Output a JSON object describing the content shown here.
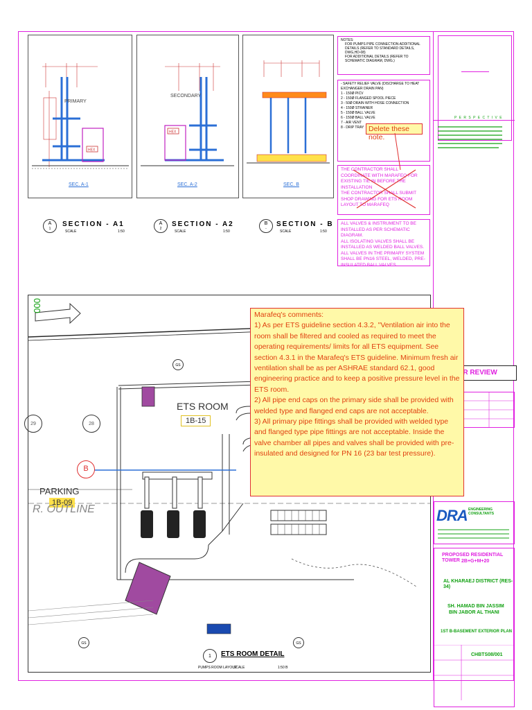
{
  "sections": [
    {
      "caption": "SEC. A-1",
      "tag": "PRIMARY",
      "letter": "A",
      "num": "1",
      "title": "SECTION - A1",
      "scale_label": "SCALE",
      "scale": "1:50"
    },
    {
      "caption": "SEC. A-2",
      "tag": "SECONDARY",
      "letter": "A",
      "num": "2",
      "title": "SECTION - A2",
      "scale_label": "SCALE",
      "scale": "1:50"
    },
    {
      "caption": "SEC. B",
      "tag": "",
      "letter": "B",
      "num": "-",
      "title": "SECTION - B",
      "scale_label": "SCALE",
      "scale": "1:50"
    }
  ],
  "equipment_tag": "HEX",
  "notes": {
    "heading": "NOTES:",
    "items": [
      "FOR PUMPS PIPE CONNECTION ADDITIONAL DETAILS (REFER TO STANDARD DETAILS, DWG,HD-08)",
      "FOR ADDITIONAL DETAILS (REFER TO SCHEMATIC DIAGRAM, DWG.)"
    ]
  },
  "legend": {
    "items": [
      "- SAFETY RELIEF VALVE (DISCHARGE TO HEAT EXCHANGER DRAIN PAN)",
      "1 - 150Ø PICV",
      "2 - 150Ø FLANGED SPOOL PIECE",
      "3 - 50Ø DRAIN WITH HOSE CONNECTION",
      "4 - 150Ø STRAINER",
      "5 - 150Ø BALL VALVE",
      "6 - 150Ø BALL VALVE",
      "7 - AIR VENT",
      "8 - DRIP TRAY"
    ]
  },
  "sticky_note": "Delete these note.",
  "contractor_notes": [
    "THE CONTRACTOR SHALL COORDINATE WITH MARAFEQ FOR EXISTING TIE IN BEFORE THE INSTALLATION",
    "THE CONTRACTOR SHALL SUBMIT SHOP DRAWING FOR ETS ROOM LAYOUT TO MARAFEQ"
  ],
  "valve_notes": [
    "ALL VALVES & INSTRUMENT TO BE INSTALLED AS PER SCHEMATIC DIAGRAM.",
    "ALL ISOLATING VALVES SHALL BE INSTALLED AS WELDED BALL VALVES.",
    "ALL VALVES IN THE PRIMARY SYSTEM SHALL BE PN16 STEEL, WELDED, PRE-INSULATED BALL VALVES."
  ],
  "comment": {
    "title": "Marafeq's comments:",
    "paragraphs": [
      "1) As per ETS guideline section 4.3.2, \"Ventilation air into the room shall be filtered and cooled as required to meet the operating requirements/ limits for all ETS equipment. See section 4.3.1 in the Marafeq's ETS guideline. Minimum fresh air ventilation shall be as per ASHRAE standard 62.1, good engineering practice and to keep a positive pressure level in the ETS room.",
      "2) All pipe end caps on the primary side shall be provided with welded type and flanged end caps are not acceptable.",
      "3) All primary pipe fittings shall be provided with welded type and flanged type pipe fittings are not acceptable. Inside the valve chamber all pipes and valves shall be provided with pre-insulated and designed for PN 16 (23 bar test pressure)."
    ]
  },
  "plan": {
    "room_name": "ETS ROOM",
    "room_number": "1B-15",
    "parking": "PARKING",
    "parking_number": "1B-09",
    "outline_text": "R. OUTLINE",
    "grid_29": "29",
    "grid_28": "28",
    "marker_b": "B",
    "gs1": "GS",
    "gs2": "GS",
    "gs3": "GS",
    "side_text": "000",
    "detail_num": "1",
    "detail_title": "ETS ROOM DETAIL",
    "detail_sub": "PUMPS ROOM LAYOUT",
    "detail_scale_label": "SCALE",
    "detail_scale": "1:50 B"
  },
  "title_block": {
    "perspective": "P E R S P E C T I V E",
    "review_banner": "E FOR REVIEW",
    "consultant": "ENGINEERING CONSULTANTS",
    "logo": "DRA",
    "project": "PROPOSED RESIDENTIAL TOWER",
    "project_sub": "2B+G+M+20",
    "district": "AL KHARAEJ DISTRICT (RES-34)",
    "owner_1": "SH. HAMAD BIN JASSIM",
    "owner_2": "BIN JABOR AL THANI",
    "drawing": "1ST B-BASEMENT EXTERIOR PLAN",
    "drawing_no": "CHBTS08/001"
  },
  "colors": {
    "magenta": "#e020e0",
    "comment_bg": "#fff9a8",
    "comment_text": "#e04010",
    "pipe_blue": "#2b6fd6",
    "duct_purple": "#a04aa0",
    "ets_yellow": "#ffe14a"
  }
}
